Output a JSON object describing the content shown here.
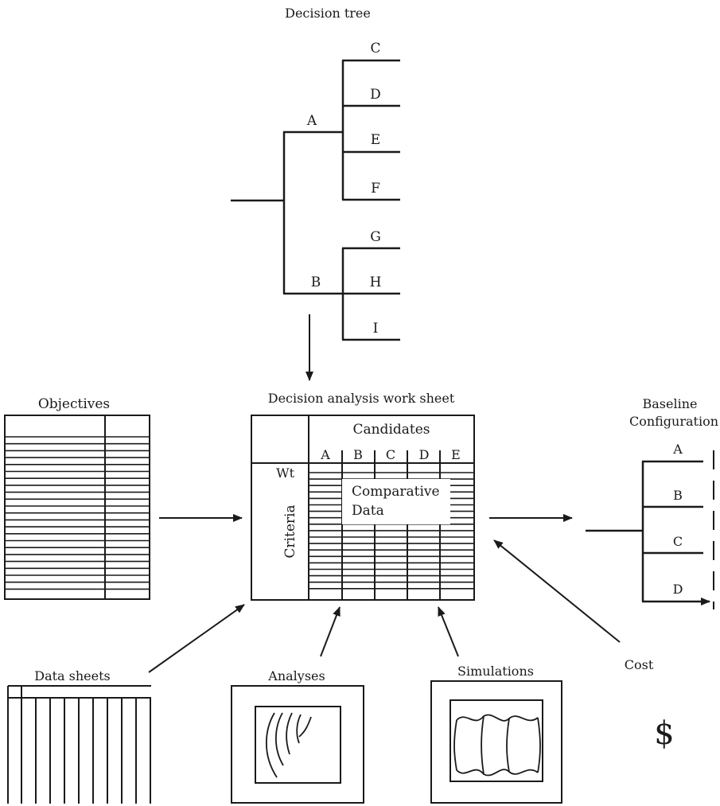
{
  "decision_tree": {
    "title": "Decision tree",
    "branch_a": "A",
    "branch_b": "B",
    "leaves_a": [
      "C",
      "D",
      "E",
      "F"
    ],
    "leaves_b": [
      "G",
      "H",
      "I"
    ]
  },
  "worksheet": {
    "title": "Decision analysis work sheet",
    "candidates_label": "Candidates",
    "columns": [
      "A",
      "B",
      "C",
      "D",
      "E"
    ],
    "weight_label": "Wt",
    "criteria_label": "Criteria",
    "comparative_label_1": "Comparative",
    "comparative_label_2": "Data"
  },
  "objectives": {
    "title": "Objectives"
  },
  "baseline": {
    "title_1": "Baseline",
    "title_2": "Configuration",
    "branches": [
      "A",
      "B",
      "C",
      "D"
    ]
  },
  "inputs": {
    "data_sheets": "Data sheets",
    "analyses": "Analyses",
    "simulations": "Simulations",
    "cost": "Cost",
    "cost_symbol": "$"
  }
}
